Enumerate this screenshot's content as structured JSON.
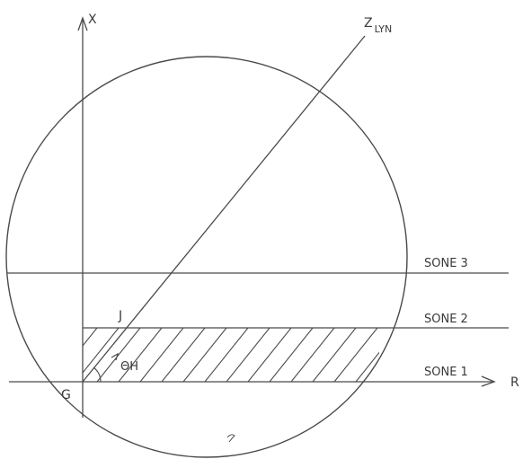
{
  "axes": {
    "x_label": "X",
    "r_label": "R"
  },
  "line": {
    "label_main": "Z",
    "label_sub": "LYN"
  },
  "points": {
    "origin": "G",
    "intersection": "J"
  },
  "angle": {
    "label": "ΘH"
  },
  "zones": [
    {
      "label": "SONE 3"
    },
    {
      "label": "SONE 2"
    },
    {
      "label": "SONE 1"
    }
  ],
  "colors": {
    "line": "#4a4a4a",
    "text": "#3a3a3a",
    "background": "#ffffff"
  }
}
